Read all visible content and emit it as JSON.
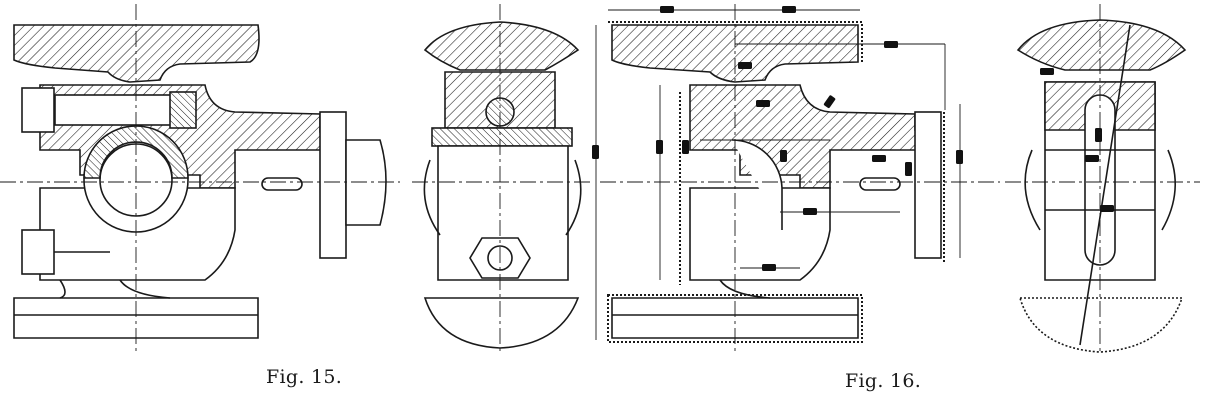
{
  "figures": [
    {
      "id": "fig15",
      "caption": "Fig. 15."
    },
    {
      "id": "fig16",
      "caption": "Fig. 16."
    }
  ],
  "colors": {
    "ink": "#1a1a1a",
    "paper": "#ffffff",
    "dimension_mark": "#111111"
  }
}
